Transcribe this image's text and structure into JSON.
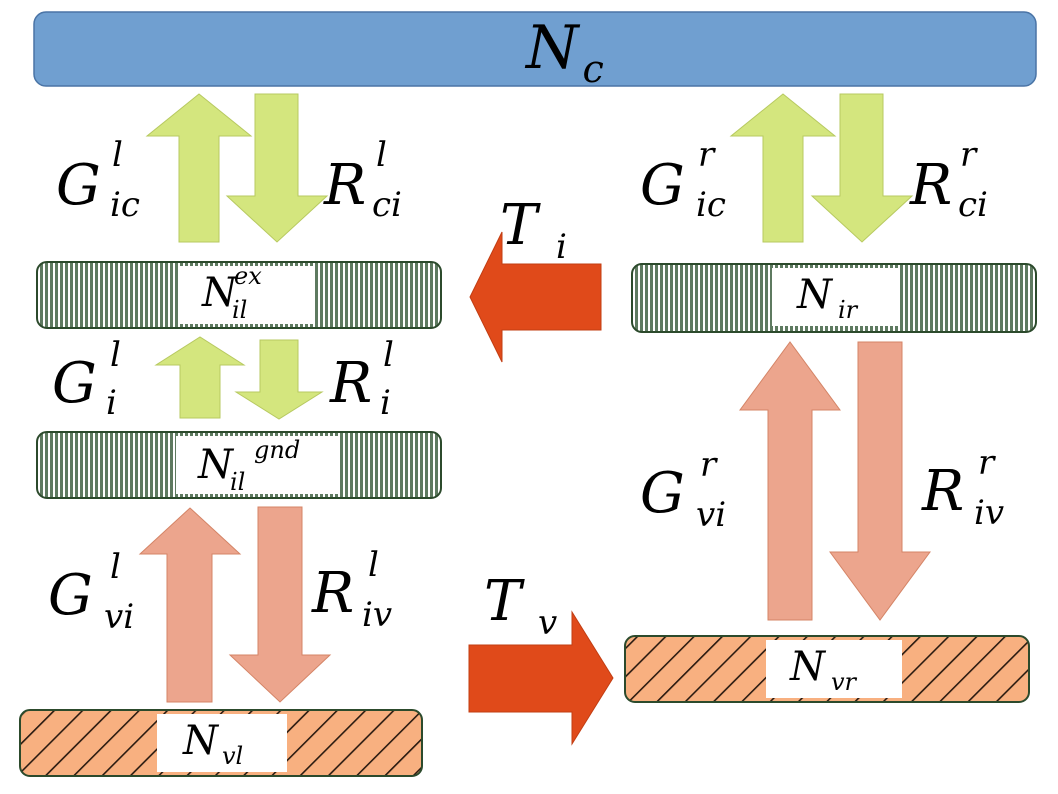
{
  "colors": {
    "top_bar": "#709fd0",
    "green_arrow": "#d4e67e",
    "salmon_arrow": "#eca58d",
    "red_arrow": "#e04a1a",
    "level_green": "#5e7a60",
    "level_orange": "#f8b080"
  },
  "top_bar": {
    "main": "N",
    "sub": "c"
  },
  "levels": {
    "ex_left": {
      "main": "N",
      "sub": "il",
      "sup": "ex"
    },
    "gnd_left": {
      "main": "N",
      "sub": "il",
      "sup": "gnd"
    },
    "v_left": {
      "main": "N",
      "sub": "vl",
      "sup": ""
    },
    "i_right": {
      "main": "N",
      "sub": "ir",
      "sup": ""
    },
    "v_right": {
      "main": "N",
      "sub": "vr",
      "sup": ""
    }
  },
  "labels": {
    "G_ic_l": {
      "main": "G",
      "sub": "ic",
      "sup": "l"
    },
    "R_ci_l": {
      "main": "R",
      "sub": "ci",
      "sup": "l"
    },
    "G_i_l": {
      "main": "G",
      "sub": "i",
      "sup": "l"
    },
    "R_i_l": {
      "main": "R",
      "sub": "i",
      "sup": "l"
    },
    "G_vi_l": {
      "main": "G",
      "sub": "vi",
      "sup": "l"
    },
    "R_iv_l": {
      "main": "R",
      "sub": "iv",
      "sup": "l"
    },
    "G_ic_r": {
      "main": "G",
      "sub": "ic",
      "sup": "r"
    },
    "R_ci_r": {
      "main": "R",
      "sub": "ci",
      "sup": "r"
    },
    "G_vi_r": {
      "main": "G",
      "sub": "vi",
      "sup": "r"
    },
    "R_iv_r": {
      "main": "R",
      "sub": "iv",
      "sup": "r"
    },
    "T_i": {
      "main": "T",
      "sub": "i",
      "sup": ""
    },
    "T_v": {
      "main": "T",
      "sub": "v",
      "sup": ""
    }
  }
}
